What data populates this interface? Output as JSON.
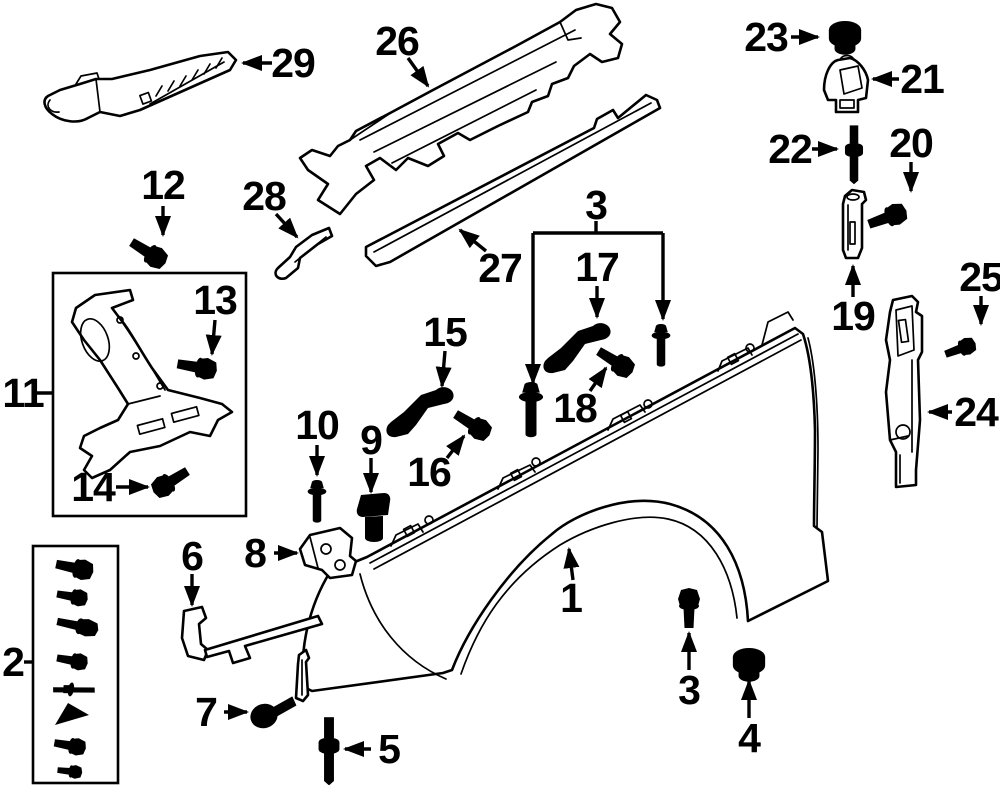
{
  "figure": {
    "type": "exploded-parts-diagram",
    "subject": "front fender and components line drawing",
    "background_color": "#ffffff",
    "line_color": "#000000"
  },
  "callouts": {
    "c1": "1",
    "c2": "2",
    "c3a": "3",
    "c3b": "3",
    "c4": "4",
    "c5": "5",
    "c6": "6",
    "c7": "7",
    "c8": "8",
    "c9": "9",
    "c10": "10",
    "c11": "11",
    "c12": "12",
    "c13": "13",
    "c14": "14",
    "c15": "15",
    "c16": "16",
    "c17": "17",
    "c18": "18",
    "c19": "19",
    "c20": "20",
    "c21": "21",
    "c22": "22",
    "c23": "23",
    "c24": "24",
    "c25": "25",
    "c26": "26",
    "c27": "27",
    "c28": "28",
    "c29": "29"
  }
}
